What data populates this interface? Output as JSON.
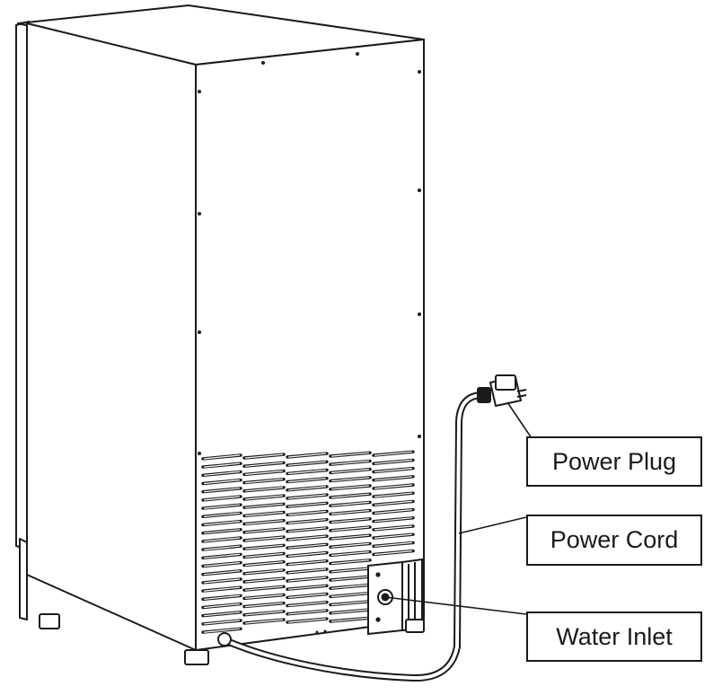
{
  "callouts": {
    "power_plug": "Power Plug",
    "power_cord": "Power Cord",
    "water_inlet": "Water Inlet"
  },
  "colors": {
    "line": "#1a1a1a",
    "fill": "#ffffff",
    "background": "#ffffff"
  },
  "icons": {
    "appliance": "ice-maker-rear-view",
    "plug": "power-plug-icon",
    "inlet": "water-inlet-fitting-icon"
  }
}
